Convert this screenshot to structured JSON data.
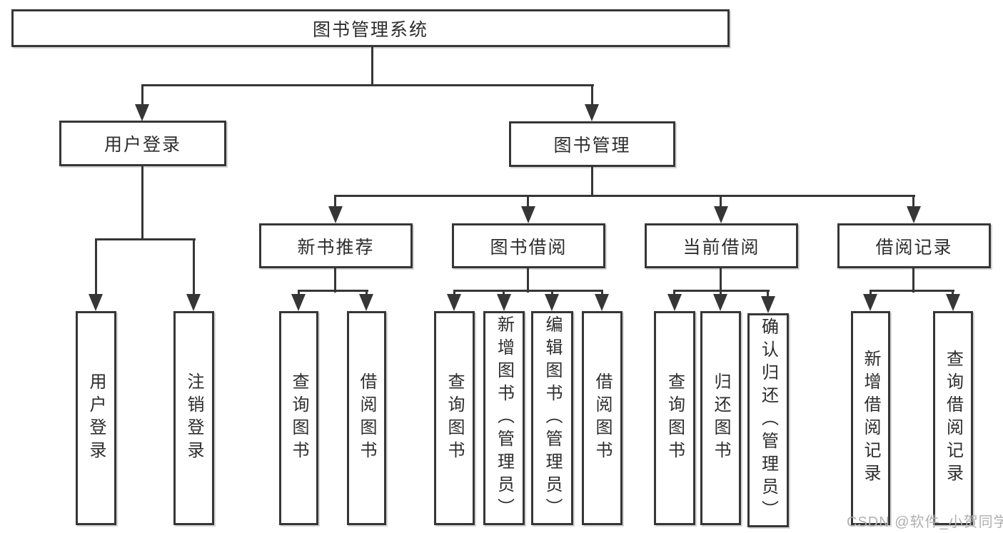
{
  "page": {
    "background": "#ffffff"
  },
  "colors": {
    "line": "#363636",
    "box_border": "#363636",
    "text": "#2d2d2d",
    "watermark": "#b0b0b0"
  },
  "watermark": {
    "text": "CSDN @软件_小贺同学"
  },
  "tree": {
    "root": {
      "label": "图书管理系统"
    },
    "children": [
      {
        "label": "用户登录",
        "children": [
          {
            "label": "用户登录"
          },
          {
            "label": "注销登录"
          }
        ]
      },
      {
        "label": "图书管理",
        "children": [
          {
            "label": "新书推荐",
            "children": [
              {
                "label": "查询图书"
              },
              {
                "label": "借阅图书"
              }
            ]
          },
          {
            "label": "图书借阅",
            "children": [
              {
                "label": "查询图书"
              },
              {
                "label": "新增图书（管理员）"
              },
              {
                "label": "编辑图书（管理员）"
              },
              {
                "label": "借阅图书"
              }
            ]
          },
          {
            "label": "当前借阅",
            "children": [
              {
                "label": "查询图书"
              },
              {
                "label": "归还图书"
              },
              {
                "label": "确认归还（管理员）"
              }
            ]
          },
          {
            "label": "借阅记录",
            "children": [
              {
                "label": "新增借阅记录"
              },
              {
                "label": "查询借阅记录"
              }
            ]
          }
        ]
      }
    ]
  }
}
